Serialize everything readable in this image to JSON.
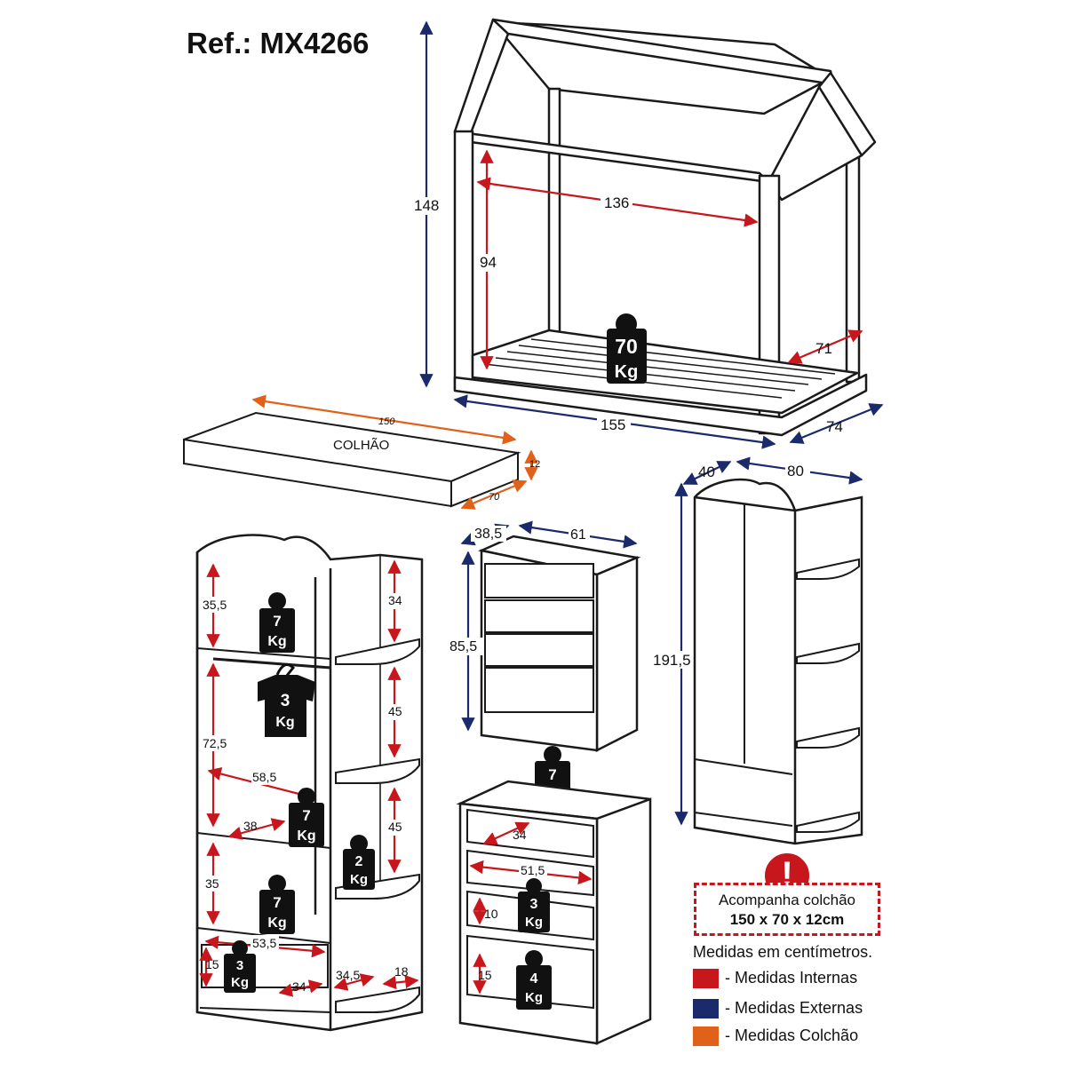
{
  "title": "Ref.: MX4266",
  "colors": {
    "internal": "#c8161d",
    "external": "#1b2a6b",
    "mattress": "#e0611a",
    "outline": "#1a1a1a",
    "weight_tag": "#111111"
  },
  "bed": {
    "height": "148",
    "inner_width": "136",
    "inner_height": "94",
    "inner_depth": "71",
    "outer_width": "155",
    "outer_depth": "74",
    "load": {
      "value": "70",
      "unit": "Kg"
    }
  },
  "mattress": {
    "label": "COLHÃO",
    "length": "150",
    "width": "70",
    "thickness": "12"
  },
  "bookcase": {
    "shelf_top_height": "35,5",
    "compartment_height": "72,5",
    "shelf_bottom_height": "35",
    "drawer_height": "15",
    "inner_width": "58,5",
    "shelf_depth": "38",
    "drawer_width": "53,5",
    "drawer_depth": "34",
    "side_depth": "34,5",
    "side_shelf_width": "18",
    "side_shelf_heights": [
      "34",
      "45",
      "45"
    ],
    "loads": [
      {
        "value": "7",
        "unit": "Kg"
      },
      {
        "value": "3",
        "unit": "Kg"
      },
      {
        "value": "7",
        "unit": "Kg"
      },
      {
        "value": "2",
        "unit": "Kg"
      },
      {
        "value": "7",
        "unit": "Kg"
      },
      {
        "value": "3",
        "unit": "Kg"
      }
    ]
  },
  "dresser": {
    "depth": "38,5",
    "width": "61",
    "height": "85,5",
    "load": {
      "value": "7",
      "unit": "Kg"
    }
  },
  "dresser_interior": {
    "drawer_depth": "34",
    "drawer_width": "51,5",
    "drawer_height_small": "10",
    "drawer_height_large": "15",
    "loads": [
      {
        "value": "3",
        "unit": "Kg"
      },
      {
        "value": "4",
        "unit": "Kg"
      }
    ]
  },
  "wardrobe": {
    "depth": "40",
    "width": "80",
    "height": "191,5"
  },
  "notice": {
    "icon": "exclamation-icon",
    "line1": "Acompanha colchão",
    "line2": "150 x 70 x 12cm"
  },
  "units_note": "Medidas em centímetros.",
  "legend": [
    {
      "label": "- Medidas Internas",
      "color": "#c8161d"
    },
    {
      "label": "- Medidas Externas",
      "color": "#1b2a6b"
    },
    {
      "label": "- Medidas Colchão",
      "color": "#e0611a"
    }
  ]
}
